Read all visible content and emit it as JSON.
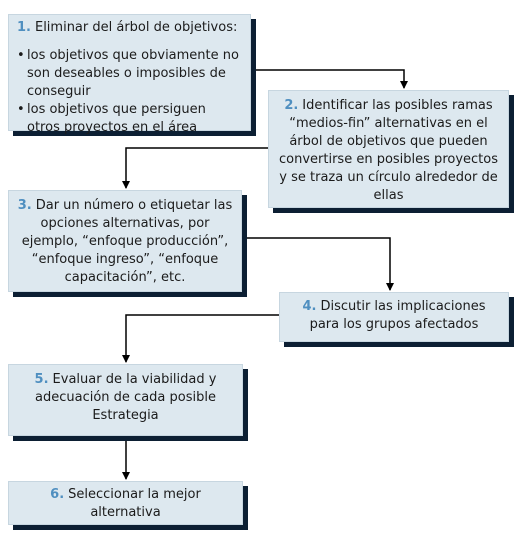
{
  "steps": [
    {
      "number": "1.",
      "title": "Eliminar del árbol de objetivos:",
      "bullets": [
        "los objetivos que obviamente no son deseables o imposibles de conseguir",
        "los objetivos que persiguen otros proyectos en el área"
      ]
    },
    {
      "number": "2.",
      "text": "Identificar las posibles ramas “medios-fin” alternativas en el árbol de objetivos que pueden convertirse en posibles proyectos y se traza un círculo alrededor de ellas"
    },
    {
      "number": "3.",
      "text": "Dar un número o etiquetar las opciones alternativas, por ejemplo, “enfoque producción”, “enfoque ingreso”, “enfoque capacitación”, etc."
    },
    {
      "number": "4.",
      "text": "Discutir las implicaciones para los grupos afectados"
    },
    {
      "number": "5.",
      "text": "Evaluar de la viabilidad y adecuación de cada posible Estrategia"
    },
    {
      "number": "6.",
      "text": "Seleccionar la mejor alternativa"
    }
  ],
  "colors": {
    "box_fill": "#dde8ef",
    "box_shadow": "#0c1f33",
    "number": "#4f8fc0",
    "arrow": "#000000"
  }
}
